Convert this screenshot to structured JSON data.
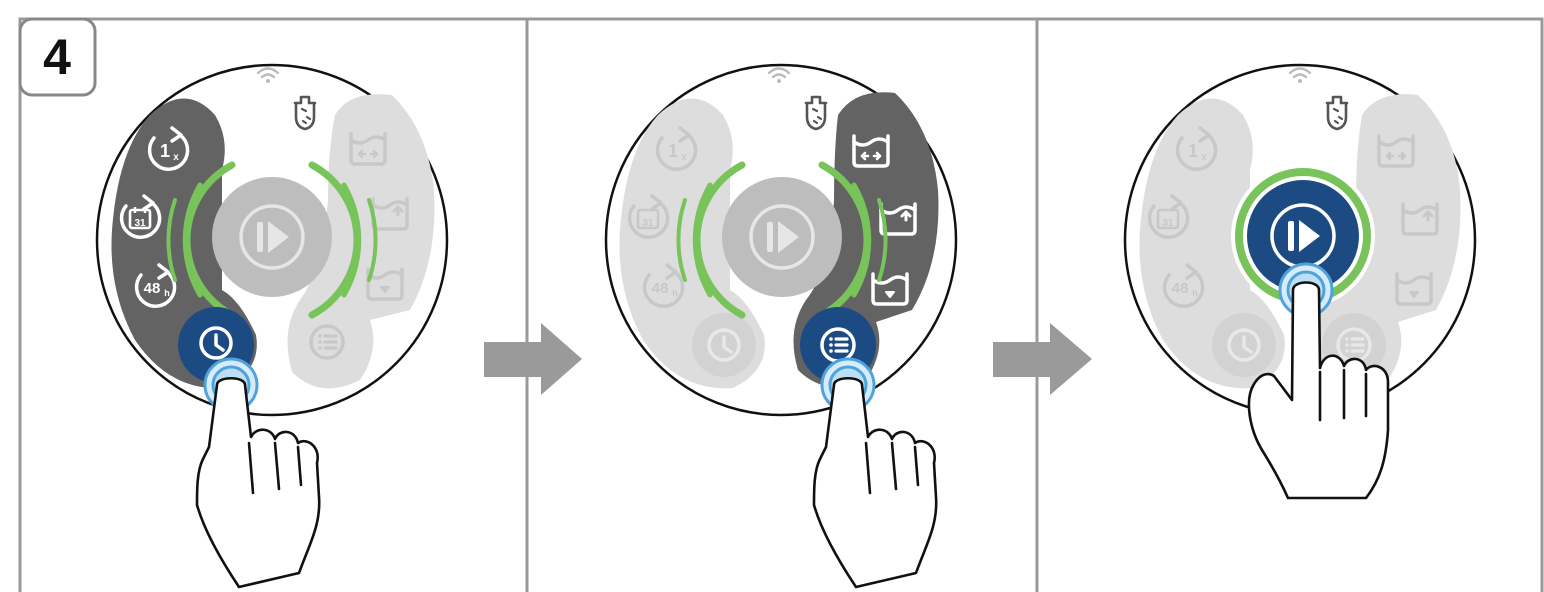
{
  "step_badge": {
    "number": "4"
  },
  "panels": [
    {
      "active_control": "timer",
      "left_pill_labels": {
        "once": "1",
        "once_sub": "x",
        "calendar": "31",
        "hours": "48",
        "hours_sub": "h"
      }
    },
    {
      "active_control": "menu",
      "left_pill_labels": {
        "once": "1",
        "once_sub": "x",
        "calendar": "31",
        "hours": "48",
        "hours_sub": "h"
      }
    },
    {
      "active_control": "start",
      "left_pill_labels": {
        "once": "1",
        "once_sub": "x",
        "calendar": "31",
        "hours": "48",
        "hours_sub": "h"
      }
    }
  ],
  "colors": {
    "frame": "#999999",
    "badge_border": "#888888",
    "pill_dark": "#636363",
    "pill_light": "#dddddd",
    "ring_green": "#78c35a",
    "button_blue": "#1c4b84",
    "touch_blue": "#4fa3dc",
    "touch_fill": "#c6e3f6",
    "center_gray": "#bdbdbd",
    "arrow": "#9a9a9a"
  },
  "icons": [
    "wifi-icon",
    "detergent-icon",
    "repeat-once-icon",
    "calendar-repeat-icon",
    "48h-repeat-icon",
    "clock-icon",
    "menu-icon",
    "play-icon",
    "basin-icon",
    "hand-icon",
    "next-arrow"
  ]
}
